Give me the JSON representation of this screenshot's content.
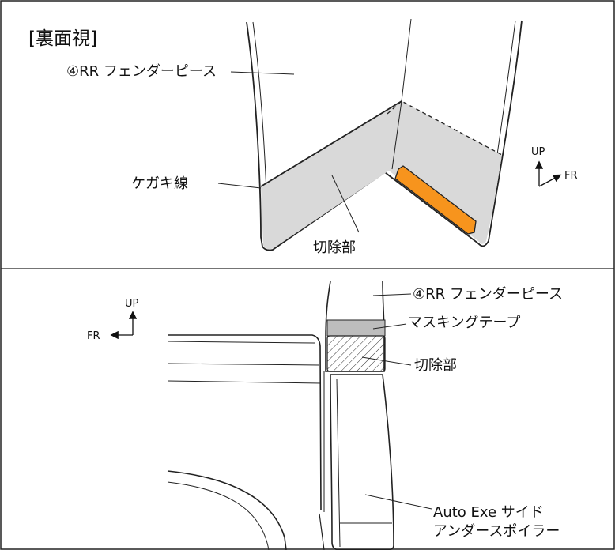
{
  "top_panel": {
    "view_label": "[裏面視]",
    "label_fender_piece": "④RR フェンダーピース",
    "label_scribe_line": "ケガキ線",
    "label_cut_area": "切除部",
    "axis_up": "UP",
    "axis_fr": "FR"
  },
  "bottom_panel": {
    "label_fender_piece": "④RR フェンダーピース",
    "label_masking_tape": "マスキングテープ",
    "label_cut_area": "切除部",
    "label_spoiler_line1": "Auto Exe サイド",
    "label_spoiler_line2": "アンダースポイラー",
    "axis_up": "UP",
    "axis_fr": "FR"
  },
  "colors": {
    "cut_area_fill": "#d9d9d9",
    "tape_fill": "#f7941d",
    "masking_tape_fill": "#bdbdbd",
    "line": "#222222"
  }
}
